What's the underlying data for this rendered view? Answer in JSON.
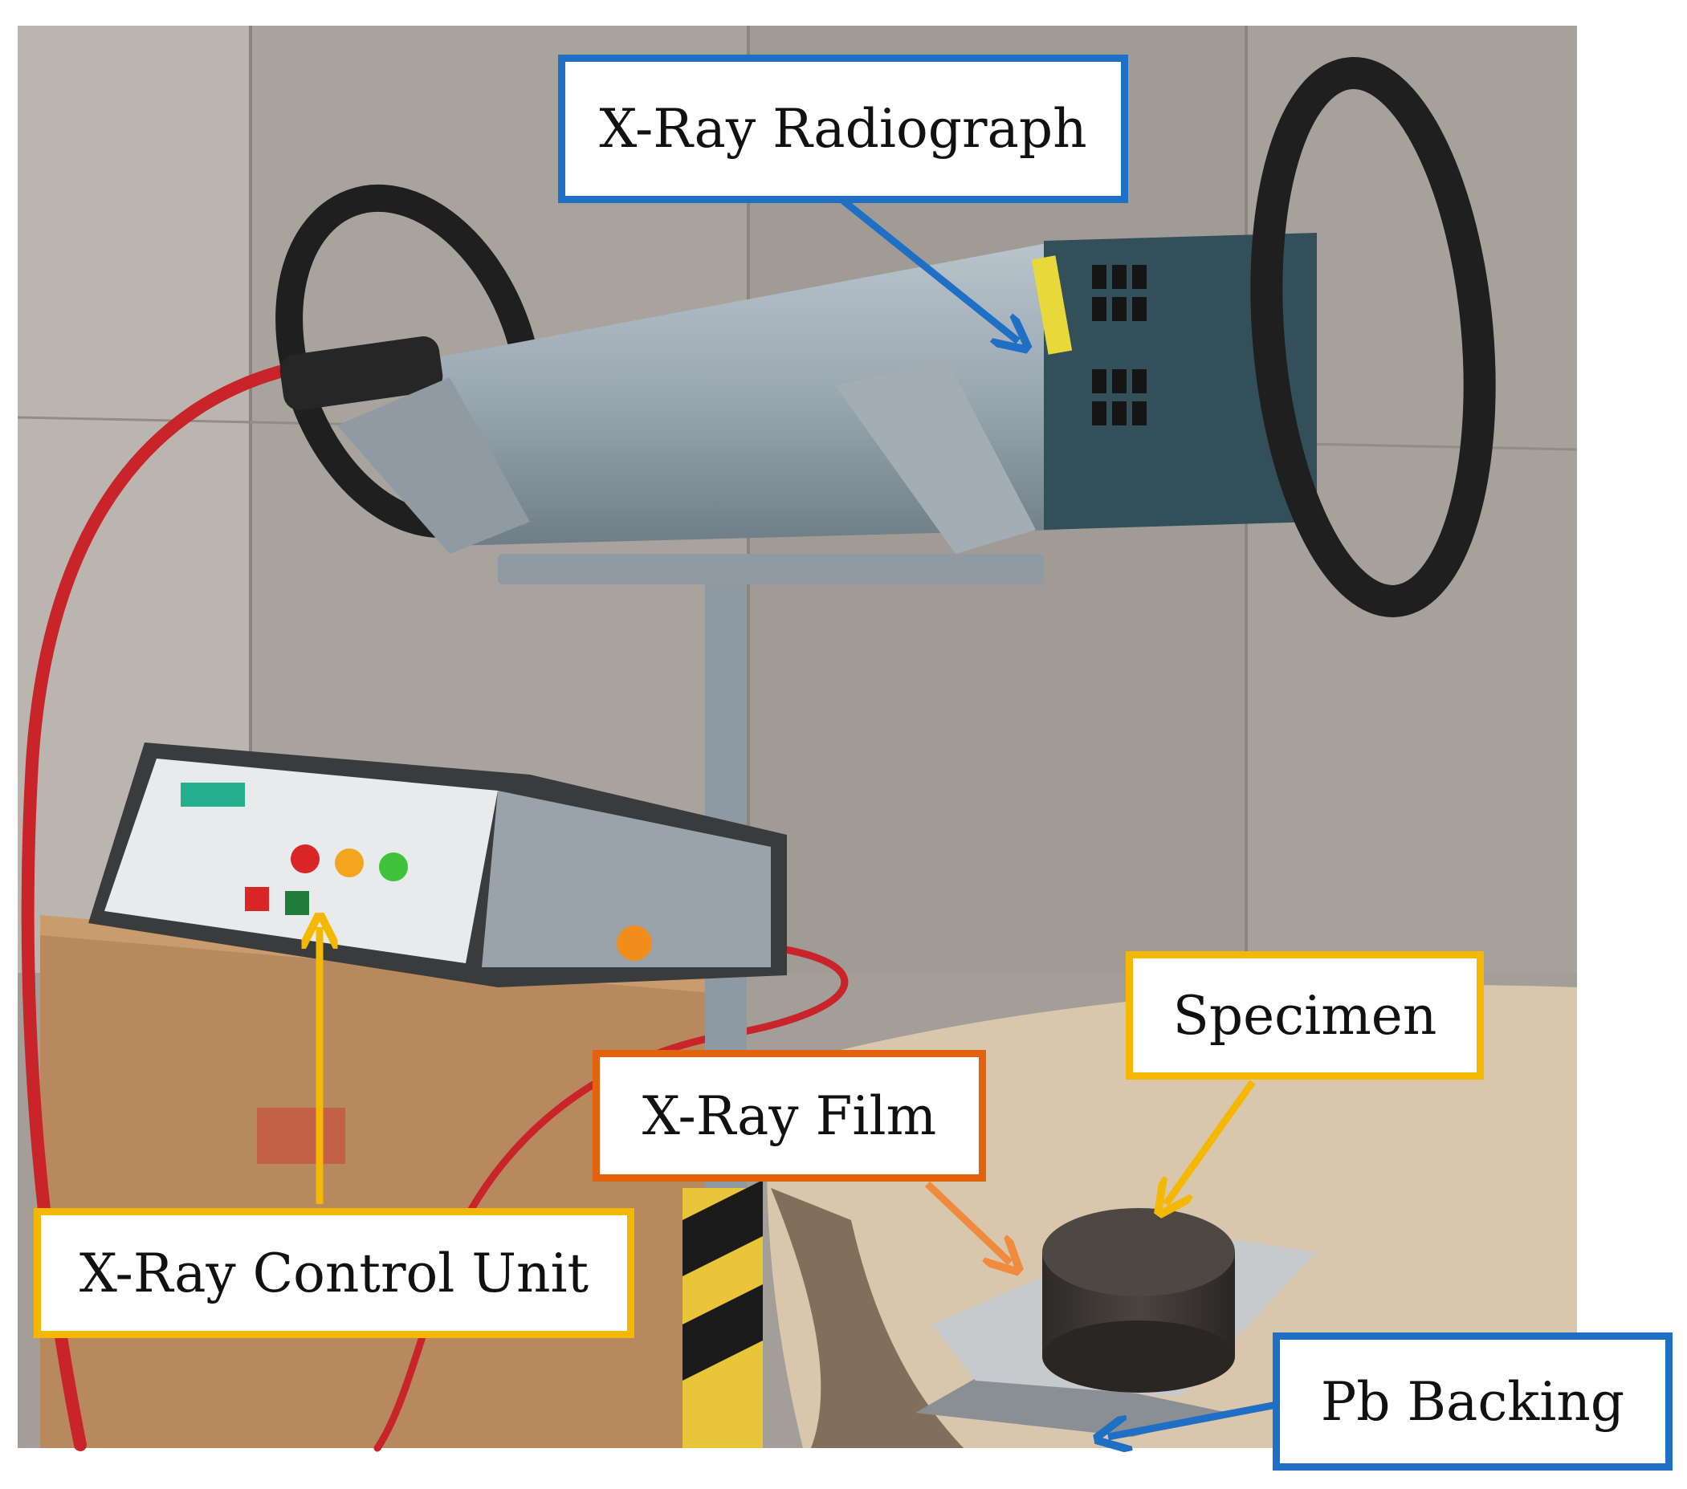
{
  "colors": {
    "blue": "#1f6fc4",
    "yellow": "#f5b800",
    "orange": "#e2620d",
    "wall": "#a7a39c",
    "tube": "#9eabb5",
    "housing": "#33505a",
    "cable": "#c8242a",
    "table": "#d8c7ad",
    "cardboard": "#b8895e"
  },
  "labels": {
    "radiograph": "X-Ray Radiograph",
    "control_unit": "X-Ray Control Unit",
    "film": "X-Ray Film",
    "specimen": "Specimen",
    "backing": "Pb Backing"
  }
}
